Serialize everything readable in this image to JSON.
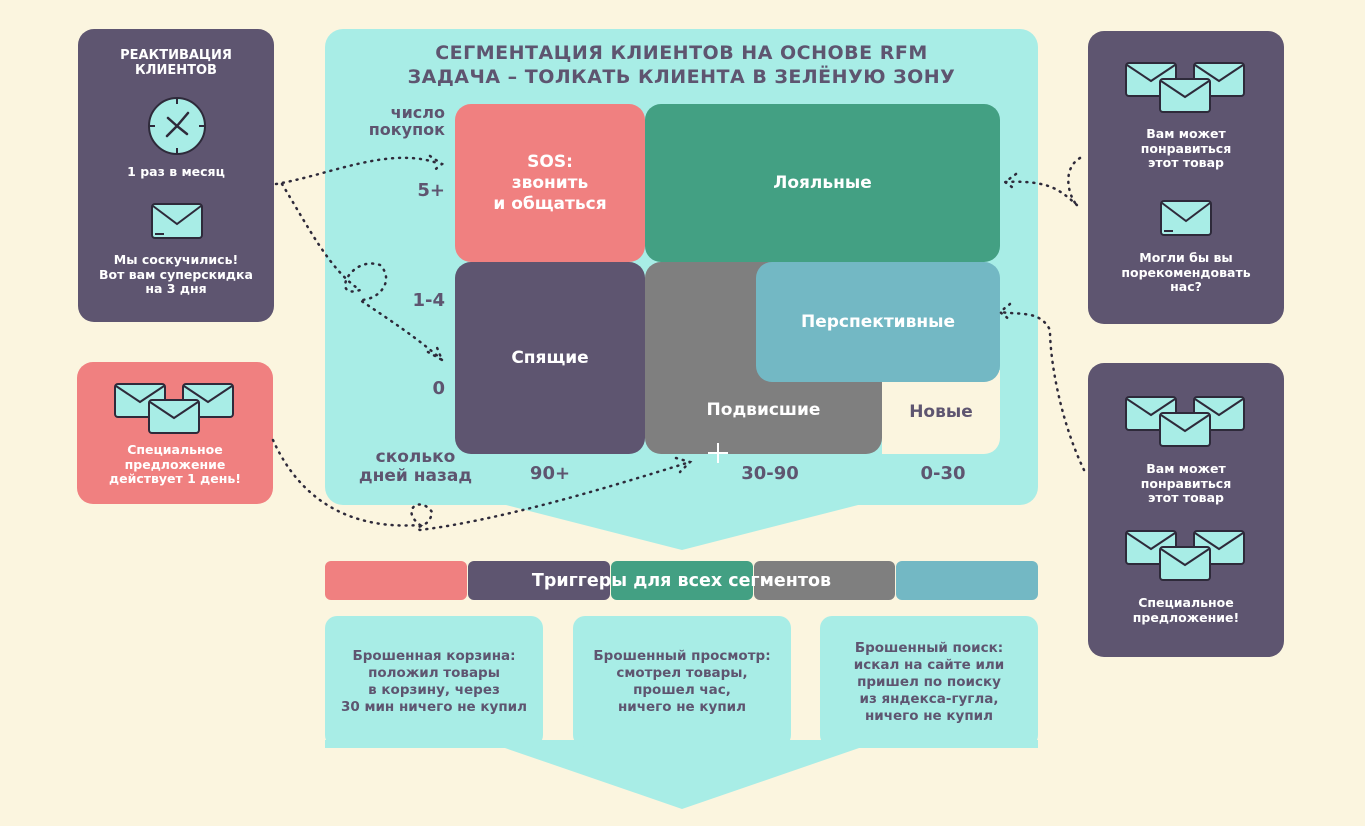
{
  "title": {
    "line1": "СЕГМЕНТАЦИЯ КЛИЕНТОВ НА ОСНОВЕ RFM",
    "line2": "ЗАДАЧА – ТОЛКАТЬ КЛИЕНТА В ЗЕЛЁНУЮ ЗОНУ"
  },
  "axes": {
    "y_label": [
      "число",
      "покупок"
    ],
    "y_ticks": [
      "5+",
      "1-4",
      "0"
    ],
    "x_label": [
      "сколько",
      "дней назад"
    ],
    "x_ticks": [
      "90+",
      "30-90",
      "0-30"
    ]
  },
  "segments": {
    "sos": [
      "SOS:",
      "звонить",
      "и общаться"
    ],
    "loyal": "Лояльные",
    "sleeping": "Спящие",
    "hanging": "Подвисшие",
    "promising": "Перспективные",
    "new": "Новые"
  },
  "left_cards": {
    "reactivation": {
      "title": [
        "РЕАКТИВАЦИЯ",
        "КЛИЕНТОВ"
      ],
      "clock_caption": "1 раз в месяц",
      "mail_caption": [
        "Мы соскучились!",
        "Вот вам суперскидка",
        "на 3 дня"
      ]
    },
    "special": {
      "caption": [
        "Специальное",
        "предложение",
        "действует 1 день!"
      ]
    }
  },
  "right_cards": {
    "loyal_card": {
      "caption1": [
        "Вам может",
        "понравиться",
        "этот товар"
      ],
      "caption2": [
        "Могли бы вы",
        "порекомендовать",
        "нас?"
      ]
    },
    "promising_card": {
      "caption1": [
        "Вам может",
        "понравиться",
        "этот товар"
      ],
      "caption2": [
        "Специальное",
        "предложение!"
      ]
    }
  },
  "triggers": {
    "bar_label": "Триггеры для всех сегментов",
    "bar_colors": [
      "#f08080",
      "#5e5570",
      "#43a083",
      "#7f7f7f",
      "#73b8c4"
    ],
    "cards": [
      [
        "Брошенная корзина:",
        "положил товары",
        "в корзину, через",
        "30 мин ничего не купил"
      ],
      [
        "Брошенный просмотр:",
        "смотрел товары,",
        "прошел час,",
        "ничего не купил"
      ],
      [
        "Брошенный поиск:",
        "искал на сайте или",
        "пришел по поиску",
        "из яндекса-гугла,",
        "ничего не купил"
      ]
    ]
  },
  "colors": {
    "background": "#fbf5df",
    "mint": "#a8ede6",
    "purple": "#5e5570",
    "red": "#f08080",
    "green": "#43a083",
    "gray": "#7f7f7f",
    "blue": "#73b8c4"
  },
  "icons": [
    "clock-icon",
    "envelope-icon"
  ]
}
